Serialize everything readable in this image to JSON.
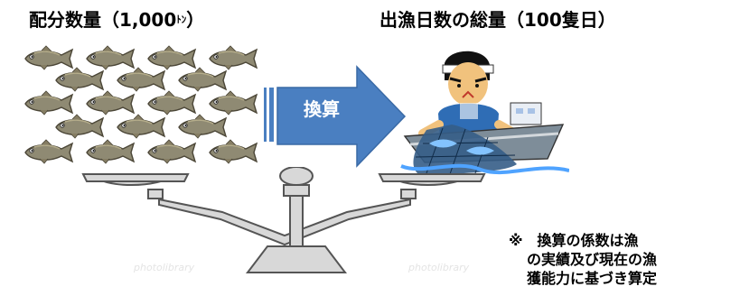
{
  "left_title": "配分数量（1,000",
  "left_title_unit": "ﾄﾝ",
  "left_title_close": "）",
  "right_title": "出漁日数の総量（100隻日）",
  "arrow_label": "換算",
  "note": {
    "line1": "※　換算の係数は漁",
    "line2": "の実績及び現在の漁",
    "line3": "獲能力に基づき算定"
  },
  "watermark_left": "photolibrary",
  "watermark_right": "photolibrary",
  "icons": [
    "fish-icon",
    "right-arrow-icon",
    "fisherman-icon",
    "fishing-boat-icon",
    "balance-scale-icon"
  ],
  "colors": {
    "arrow": "#4a7fc1",
    "arrow_stroke": "#3a6aa6",
    "fish_body": "#8f8a73",
    "scale_pan": "#d8d8d8",
    "scale_stroke": "#555555"
  }
}
